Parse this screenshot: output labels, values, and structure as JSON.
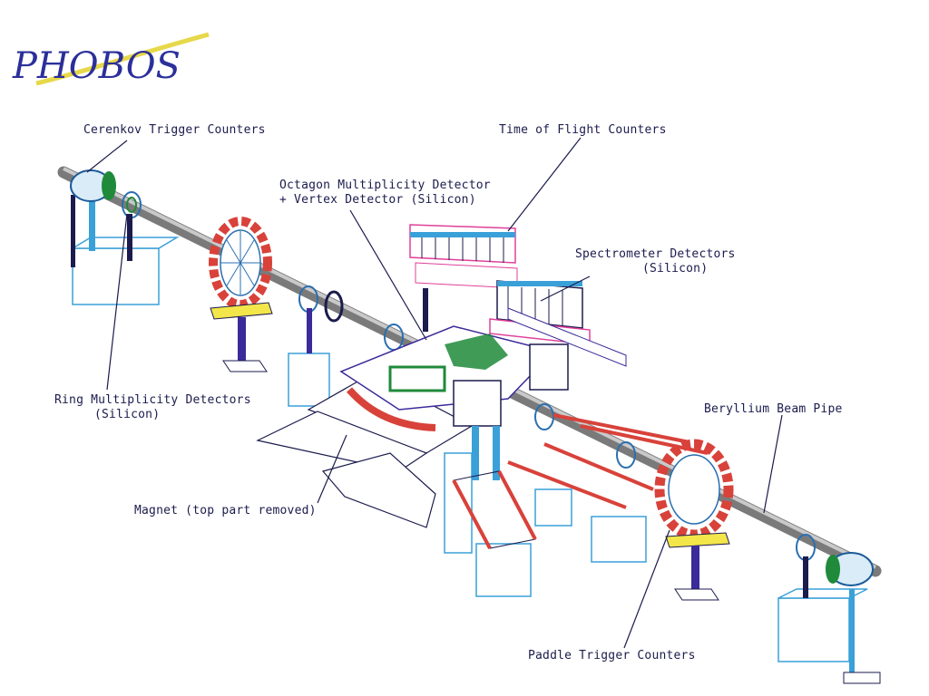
{
  "logo": {
    "text": "PHOBOS",
    "colors": {
      "primary": "#2b2f9a",
      "swoosh": "#e6d84a",
      "accent": "#1f8fd6"
    }
  },
  "labels": {
    "cerenkov": "Cerenkov Trigger Counters",
    "tof": "Time of Flight Counters",
    "octagon_line1": "Octagon Multiplicity Detector",
    "octagon_line2": "+ Vertex Detector (Silicon)",
    "spectrometer_line1": "Spectrometer Detectors",
    "spectrometer_line2": "(Silicon)",
    "ring_line1": "Ring Multiplicity Detectors",
    "ring_line2": "(Silicon)",
    "beam_pipe": "Beryllium Beam Pipe",
    "magnet": "Magnet (top part removed)",
    "paddle": "Paddle Trigger Counters"
  },
  "colors": {
    "line": "#1b1b4d",
    "support": "#3aa0d8",
    "pipe": "#9a9a9a",
    "paddle": "#d8423a",
    "green": "#1f8a3a",
    "magenta": "#e0409a",
    "yellow": "#f2e64a",
    "purple": "#3a2a9a"
  }
}
